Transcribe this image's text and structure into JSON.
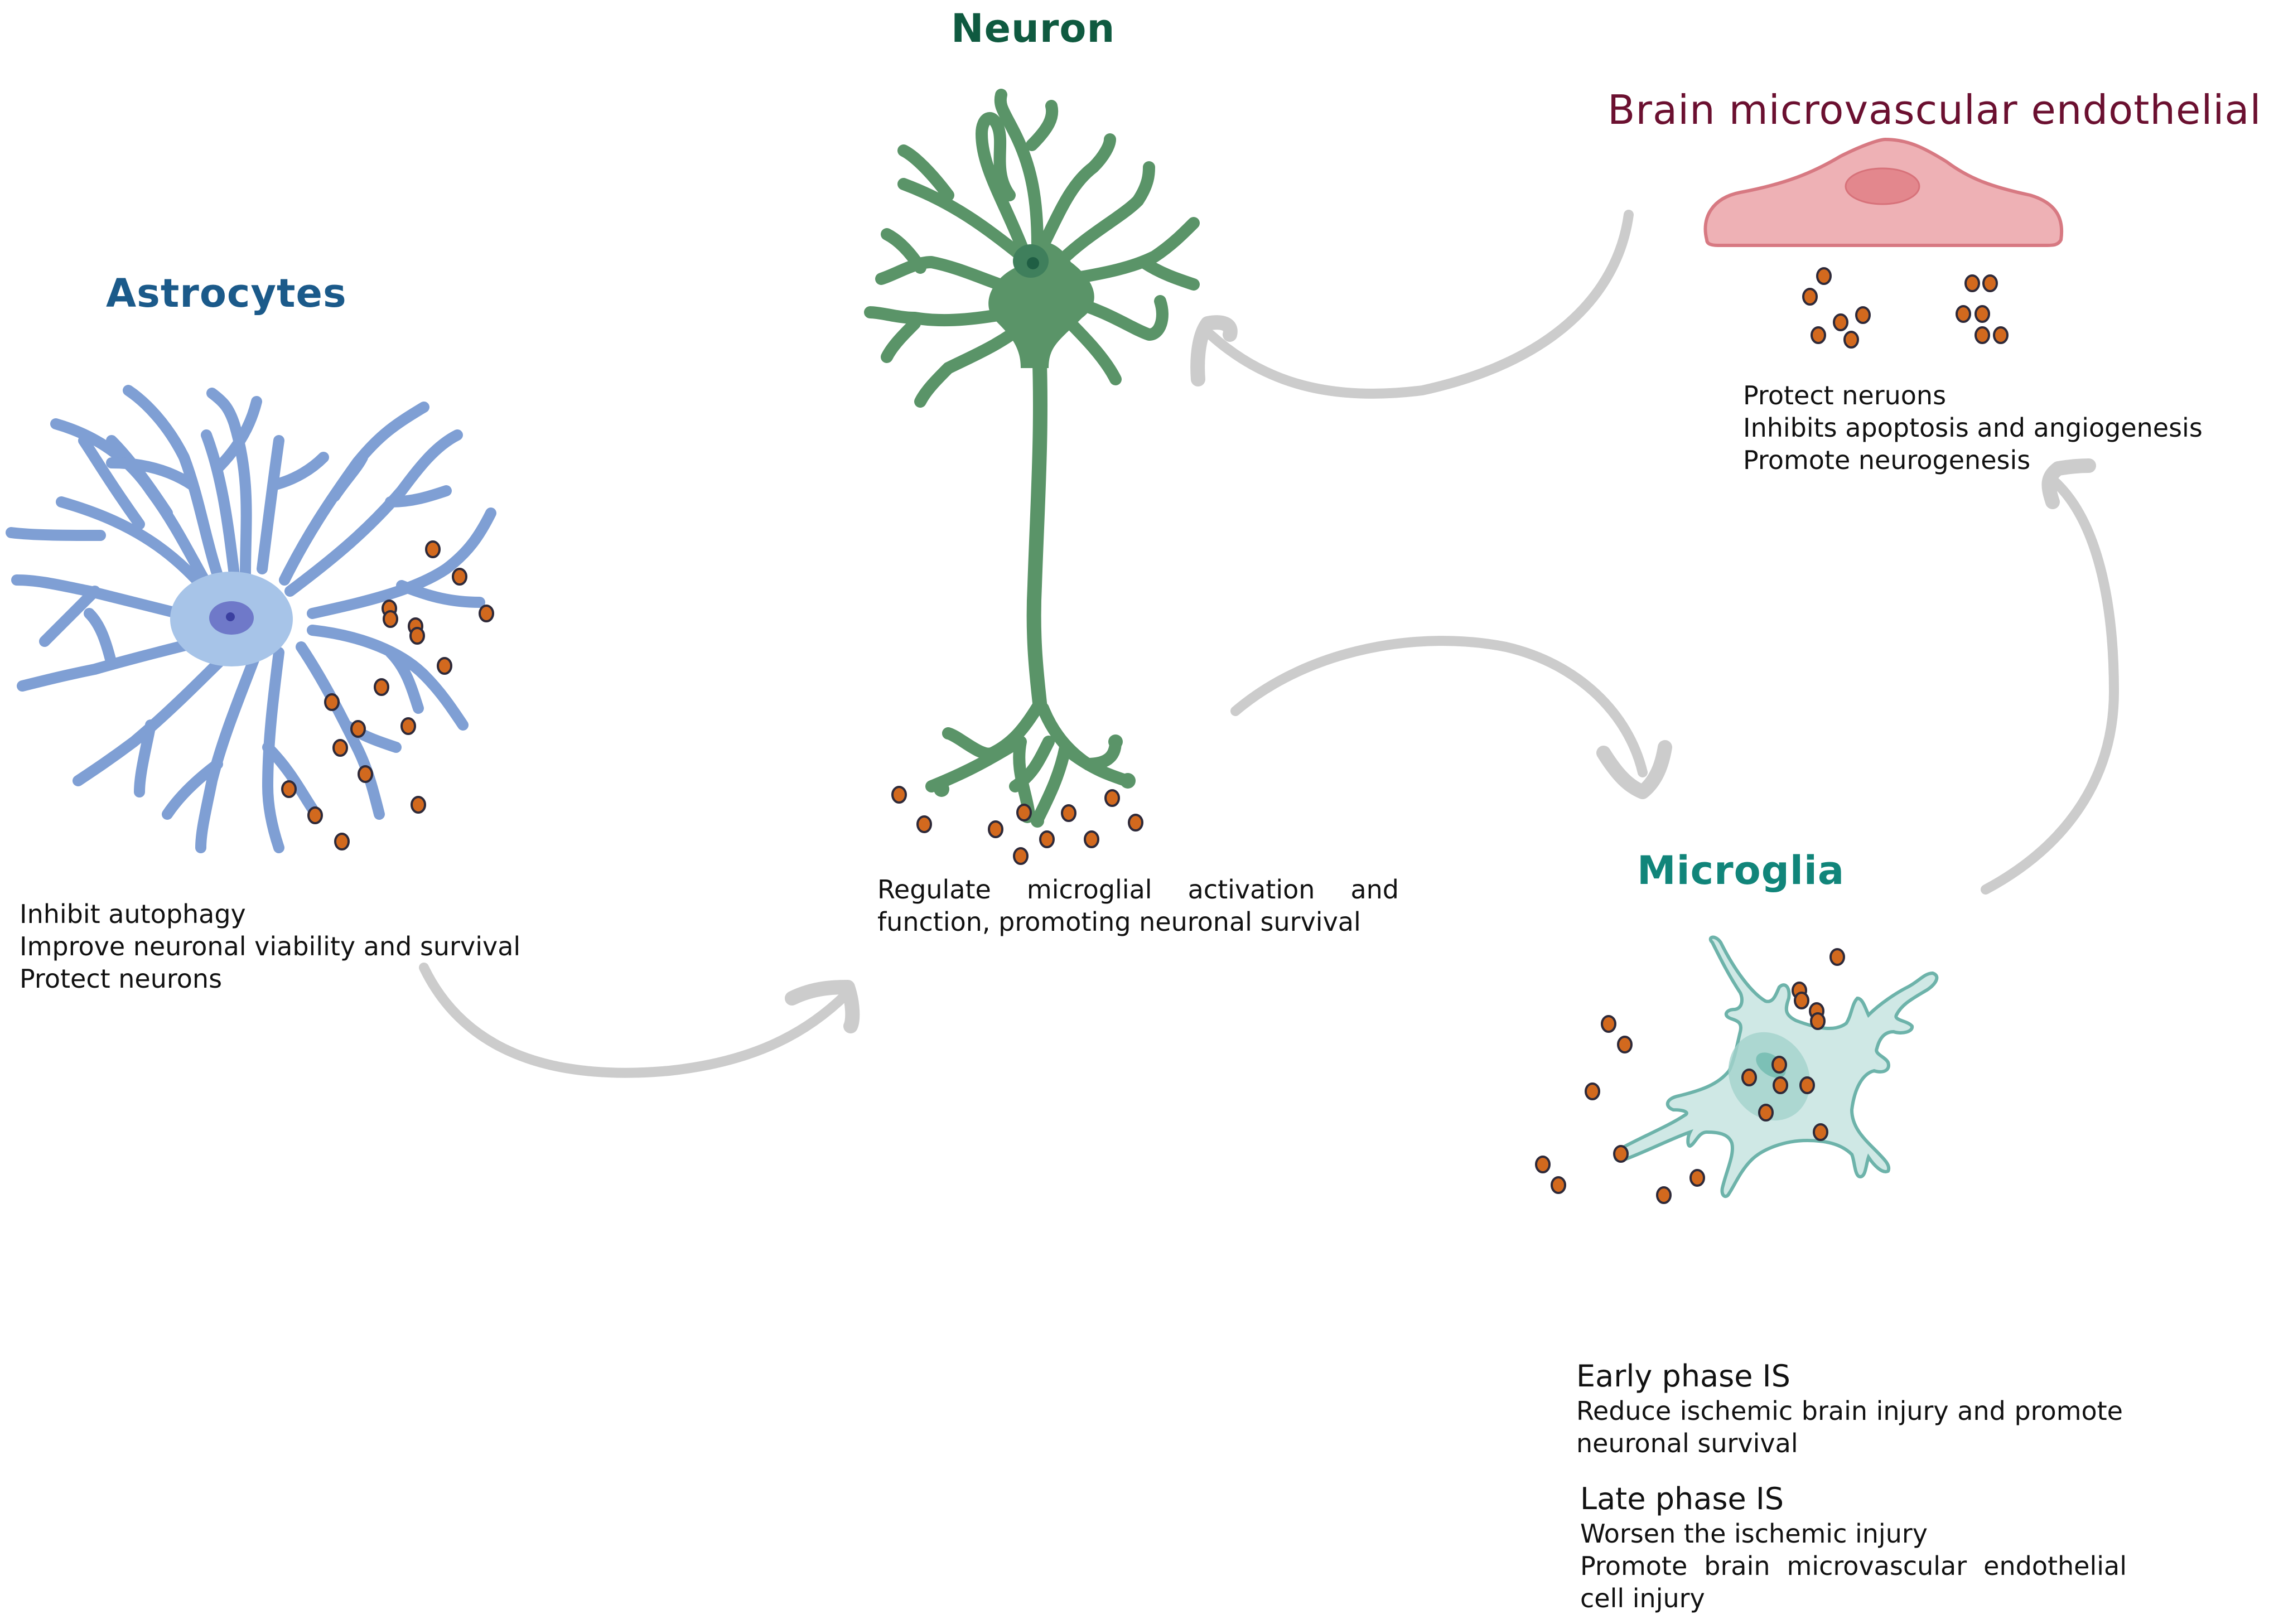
{
  "colors": {
    "neuron": "#0f5a40",
    "neuron_fill": "#5a9468",
    "neuron_stroke": "#3f7a54",
    "astrocyte_title": "#1b5a8a",
    "astrocyte_fill": "#a7c4e8",
    "astrocyte_stroke": "#7f9fd4",
    "astrocyte_nucleus": "#6f79c9",
    "endothelial_title": "#6b1030",
    "endothelial_fill": "#eeb1b5",
    "endothelial_stroke": "#d77982",
    "endothelial_nucleus": "#e3878d",
    "microglia_title": "#11857a",
    "microglia_fill": "#cfe8e5",
    "microglia_stroke": "#6db3aa",
    "microglia_nucleus": "#a3d2cc",
    "vesicle_fill": "#d2691e",
    "vesicle_stroke": "#2e2a3a",
    "arrow": "#cccccc",
    "text": "#111111"
  },
  "cells": {
    "neuron": {
      "title": "Neuron",
      "description": [
        "Regulate microglial activation and function, promoting neuronal survival"
      ]
    },
    "astrocytes": {
      "title": "Astrocytes",
      "description": [
        "Inhibit autophagy",
        "Improve neuronal viability and survival",
        "Protect neurons"
      ]
    },
    "endothelial": {
      "title": "Brain microvascular endothelial cell",
      "description": [
        "Protect neruons",
        "Inhibits apoptosis and angiogenesis",
        "Promote neurogenesis"
      ]
    },
    "microglia": {
      "title": "Microglia",
      "early_phase": {
        "heading": "Early phase IS",
        "lines": [
          "Reduce ischemic brain injury and promote neuronal survival"
        ]
      },
      "late_phase": {
        "heading": "Late phase IS",
        "lines": [
          "Worsen the ischemic injury",
          "Promote brain microvascular endothelial cell injury"
        ]
      }
    }
  },
  "arrows": [
    {
      "from": "astrocytes",
      "to": "neuron",
      "icon": "curved-arrow-icon"
    },
    {
      "from": "neuron",
      "to": "microglia",
      "icon": "curved-arrow-icon"
    },
    {
      "from": "microglia",
      "to": "endothelial",
      "icon": "curved-arrow-icon"
    },
    {
      "from": "endothelial",
      "to": "neuron",
      "icon": "curved-arrow-icon"
    }
  ]
}
